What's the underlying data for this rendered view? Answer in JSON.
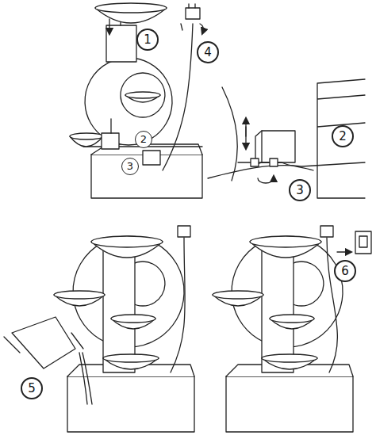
{
  "diagram": {
    "labels": [
      "1",
      "4",
      "2",
      "3",
      "2",
      "3",
      "5",
      "6"
    ]
  }
}
